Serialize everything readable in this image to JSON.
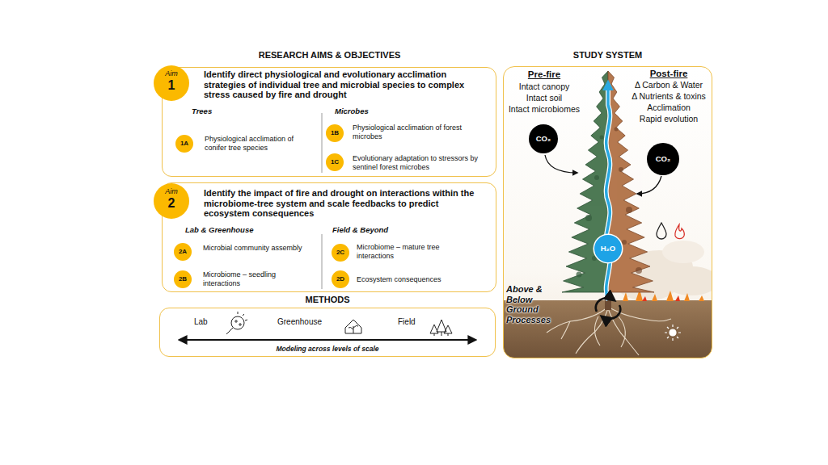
{
  "diagram": {
    "nodes": [
      {
        "text": [
          "Identify direct physiological and evolutionary acclimation strategies of individual tree and microbial species to complex stress caused by fire and drought"
        ]
      },
      {
        "text": [
          "Aim",
          "1"
        ],
        "in": 0
      },
      {
        "text": [
          "1A",
          "Physiological acclimation of conifer tree species"
        ],
        "in": 0
      },
      {
        "text": [
          "1B",
          "Physiological acclimation of forest microbes"
        ],
        "in": 0
      },
      {
        "text": [
          "1C",
          "Evolutionary adaptation to stressors by sentinel forest microbes"
        ],
        "in": 0
      },
      {
        "text": [
          "Identify the impact of fire and drought on interactions within the microbiome-tree system and scale feedbacks to predict ecosystem consequences"
        ]
      },
      {
        "text": [
          "Aim",
          "2"
        ],
        "in": 5
      },
      {
        "text": [
          "2A",
          "Microbial community assembly"
        ],
        "in": 5
      },
      {
        "text": [
          "2B",
          "Microbiome – seedling interactions"
        ],
        "in": 5
      },
      {
        "text": [
          "2C",
          "Microbiome – mature tree interactions"
        ],
        "in": 5
      },
      {
        "text": [
          "2D",
          "Ecosystem consequences"
        ],
        "in": 5
      },
      {
        "text": [
          "METHODS",
          "Lab",
          "Greenhouse",
          "Field",
          "Modeling across levels of scale"
        ]
      },
      {
        "text": [
          "STUDY SYSTEM",
          "Pre-fire",
          "Intact canopy",
          "Intact soil",
          "Intact microbiomes",
          "Post-fire",
          "Δ Carbon & Water",
          "Δ Nutrients & toxins",
          "Acclimation",
          "Rapid evolution",
          "Above & Below Ground Processes"
        ]
      },
      {
        "text": [
          "CO₂"
        ],
        "in": 12
      },
      {
        "text": [
          "CO₂"
        ],
        "in": 12
      },
      {
        "text": [
          "H₂O"
        ],
        "in": 12
      }
    ],
    "labels": [
      "RESEARCH AIMS & OBJECTIVES",
      "Trees",
      "Microbes",
      "Lab & Greenhouse",
      "Field & Beyond"
    ]
  }
}
